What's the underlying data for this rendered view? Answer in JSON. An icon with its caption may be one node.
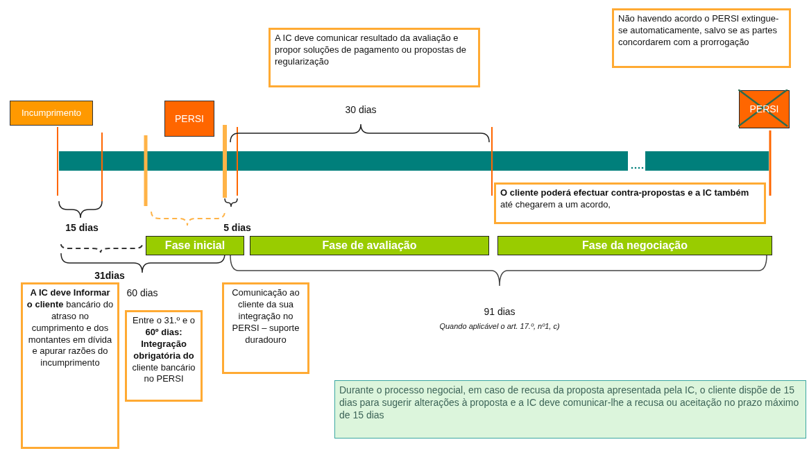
{
  "diagram": {
    "nodes": [
      {
        "text": [
          "Não havendo acordo o PERSI extingue-se automaticamente, salvo se as partes concordarem com a prorrogação"
        ]
      },
      {
        "text": [
          "A IC deve comunicar resultado da avaliação e propor soluções de pagamento ou propostas de regularização"
        ]
      },
      {
        "text": [
          "Incumprimento"
        ]
      },
      {
        "text": [
          "PERSI"
        ]
      },
      {
        "text": [
          "PERSI"
        ]
      },
      {
        "text": [
          "**O cliente poderá efectuar contra-propostas e a IC também** até chegarem a um acordo,"
        ]
      },
      {
        "text": [
          "Fase inicial"
        ]
      },
      {
        "text": [
          "Fase de avaliação"
        ]
      },
      {
        "text": [
          "Fase da negociação"
        ]
      },
      {
        "text": [
          "**A IC deve Informar o cliente** bancário do atraso no cumprimento e dos montantes em dívida e apurar razões do incumprimento"
        ]
      },
      {
        "text": [
          "Entre o 31.º e o **60º dias: Integração obrigatória do** cliente bancário no PERSI"
        ]
      },
      {
        "text": [
          "Comunicação ao cliente da sua integração no PERSI – suporte duradouro"
        ]
      },
      {
        "text": [
          "Durante o processo negocial, em caso de recusa da proposta apresentada pela IC, o cliente dispõe de 15 dias para sugerir alterações à proposta e a IC deve comunicar-lhe a recusa ou aceitação no prazo máximo de 15 dias"
        ]
      }
    ],
    "labels": [
      "30 dias",
      "15 dias",
      "5 dias",
      "31dias",
      "60 dias",
      "91 dias",
      "Quando aplicável o art. 17.º, nº1, c)"
    ]
  }
}
